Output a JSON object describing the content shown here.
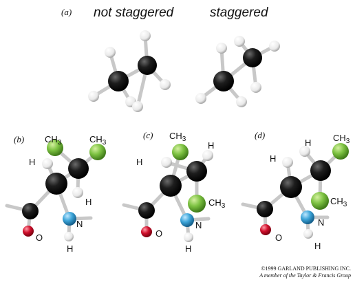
{
  "figure": {
    "panel_a": {
      "label": "(a)",
      "heading_left": "not staggered",
      "heading_right": "staggered"
    },
    "panel_b": {
      "label": "(b)",
      "atoms": {
        "ch3_left": "CH3",
        "ch3_right": "CH3",
        "h_left": "H",
        "h_lower": "H",
        "n": "N",
        "o": "O",
        "h_bottom": "H"
      }
    },
    "panel_c": {
      "label": "(c)",
      "atoms": {
        "ch3_top": "CH3",
        "h_top": "H",
        "h_left": "H",
        "ch3_lower": "CH3",
        "n": "N",
        "o": "O",
        "h_bottom": "H"
      }
    },
    "panel_d": {
      "label": "(d)",
      "atoms": {
        "h_top": "H",
        "ch3_top": "CH3",
        "h_left": "H",
        "ch3_lower": "CH3",
        "n": "N",
        "o": "O",
        "h_bottom": "H"
      }
    }
  },
  "credit": {
    "line1": "©1999 GARLAND PUBLISHING INC.",
    "line2": "A member of the Taylor & Francis Group"
  },
  "colors": {
    "carbon": "#1a1a1a",
    "hydrogen": "#f4f4f4",
    "methyl": "#7dc242",
    "nitrogen": "#3da5d9",
    "oxygen": "#d0102c",
    "bond": "#cfcfcf"
  }
}
